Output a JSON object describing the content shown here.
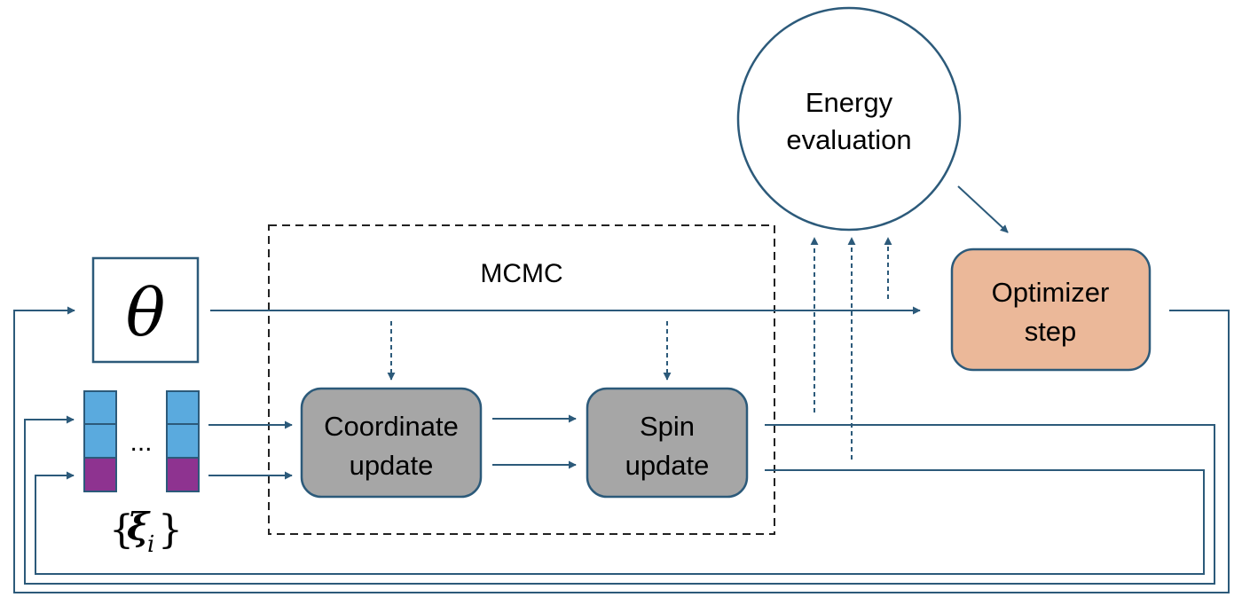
{
  "diagram": {
    "mcmc_label": "MCMC",
    "energy_label_line1": "Energy",
    "energy_label_line2": "evaluation",
    "optimizer_label_line1": "Optimizer",
    "optimizer_label_line2": "step",
    "coordinate_label_line1": "Coordinate",
    "coordinate_label_line2": "update",
    "spin_label_line1": "Spin",
    "spin_label_line2": "update",
    "theta_symbol": "θ",
    "ellipsis": "...",
    "xi_open": "{",
    "xi_symbol": "ξ",
    "xi_subscript": "i",
    "xi_close": "}",
    "colors": {
      "line": "#2c5a7a",
      "gray_box": "#a6a6a6",
      "optimizer_fill": "#ebb899",
      "blue_cell": "#5aaade",
      "purple_cell": "#8e3390"
    }
  }
}
